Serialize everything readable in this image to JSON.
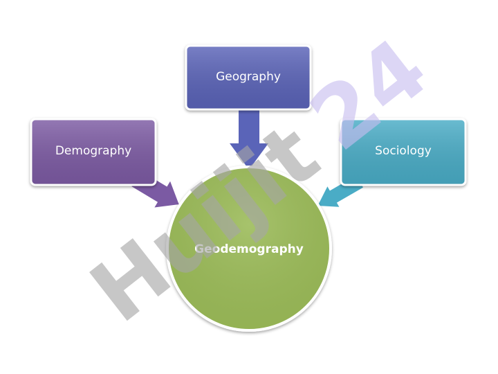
{
  "diagram": {
    "top_box": {
      "label": "Geography",
      "color": "#5a64b8"
    },
    "left_box": {
      "label": "Demography",
      "color": "#7b5aa3"
    },
    "right_box": {
      "label": "Sociology",
      "color": "#4aacc6"
    },
    "center_circle": {
      "label": "Geodemography",
      "color": "#9bbb59"
    },
    "arrow_colors": {
      "top": "#5a64b8",
      "left": "#7b5aa3",
      "right": "#4aacc6"
    }
  },
  "watermark": {
    "text": "Huijit 24",
    "brand_part": "Huijit",
    "number_part": "24",
    "brand_color": "#a6a6a6",
    "number_color": "#c8bdf0"
  }
}
